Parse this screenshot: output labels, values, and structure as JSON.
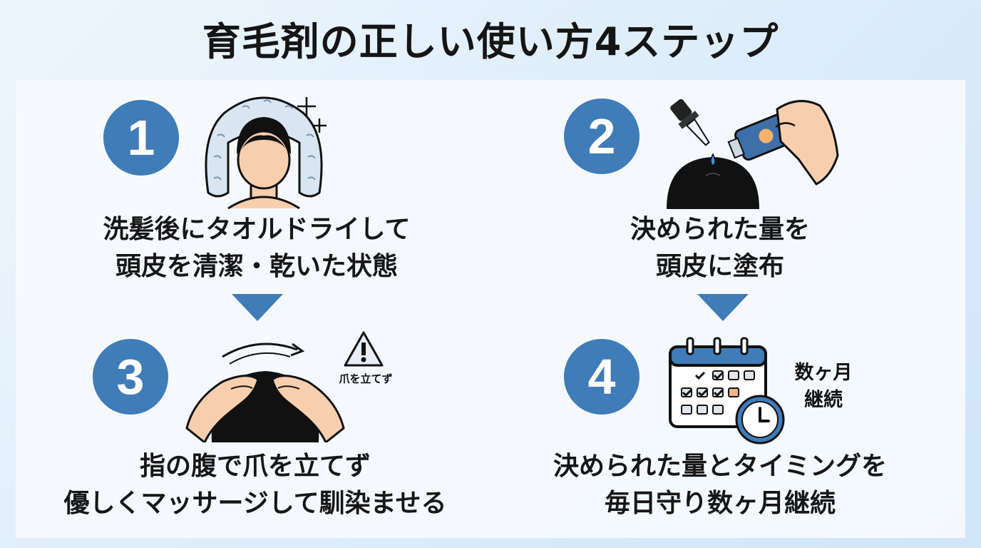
{
  "title": "育毛剤の正しい使い方4ステップ",
  "steps": [
    {
      "number": "1",
      "lines": [
        "洗髪後にタオルドライして",
        "頭皮を清潔・乾いた状態"
      ]
    },
    {
      "number": "2",
      "lines": [
        "決められた量を",
        "頭皮に塗布"
      ]
    },
    {
      "number": "3",
      "lines": [
        "指の腹で爪を立てず",
        "優しくマッサージして馴染ませる"
      ],
      "warning_label": "爪を立てず"
    },
    {
      "number": "4",
      "lines": [
        "決められた量とタイミングを",
        "毎日守り数ヶ月継続"
      ],
      "side_label_lines": [
        "数ヶ月",
        "継続"
      ]
    }
  ],
  "colors": {
    "accent": "#3f7cb8",
    "skin": "#f8cfae",
    "hair": "#111111",
    "towel": "#d9e6f1",
    "bottle": "#3f6fa8"
  },
  "icons": [
    "towel-hair-icon",
    "sparkle-icon",
    "dropper-bottle-icon",
    "massage-hands-icon",
    "warning-icon",
    "calendar-icon",
    "clock-icon"
  ]
}
